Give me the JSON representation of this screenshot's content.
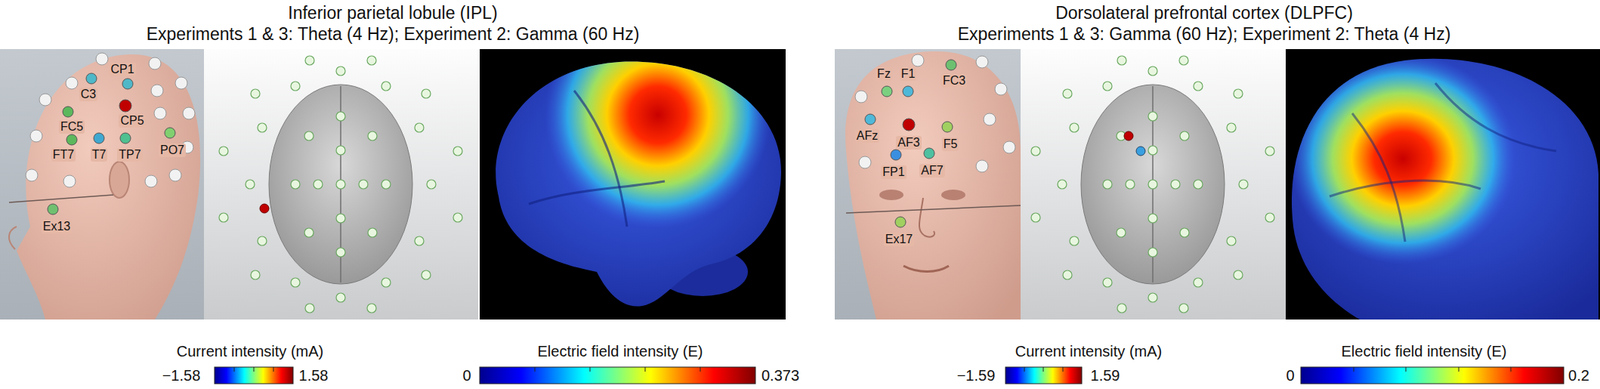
{
  "diagram": {
    "labels": [
      "Inferior parietal lobule (IPL)",
      "Experiments 1 & 3: Theta (4 Hz); Experiment 2: Gamma (60 Hz)",
      "Dorsolateral prefrontal cortex (DLPFC)",
      "Experiments 1 & 3: Gamma (60 Hz); Experiment 2: Theta (4 Hz)",
      "CP1",
      "C3",
      "FC5",
      "CP5",
      "FT7",
      "T7",
      "TP7",
      "PO7",
      "Ex13",
      "Fz",
      "F1",
      "FC3",
      "AFz",
      "AF3",
      "F5",
      "FP1",
      "AF7",
      "Ex17",
      "Current intensity (mA)",
      "−1.58",
      "1.58",
      "Electric field intensity (E)",
      "0",
      "0.373",
      "Current intensity (mA)",
      "−1.59",
      "1.59",
      "Electric field intensity (E)",
      "0",
      "0.2"
    ]
  }
}
